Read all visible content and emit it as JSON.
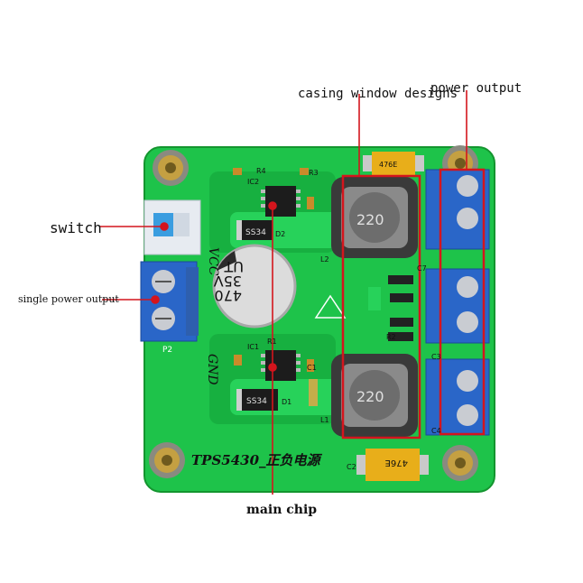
{
  "callouts": {
    "casing": "casing window designs",
    "power_output": "power output",
    "switch": "switch",
    "single_output": "single power output",
    "main_chip": "main chip"
  },
  "board": {
    "silk_label": "TPS5430_正负电源",
    "vcc": "VCC",
    "gnd": "GND",
    "p2": "P2",
    "inductor_top": "220",
    "inductor_bottom": "220",
    "cap_line1": "470",
    "cap_line2": "35V",
    "cap_line3": "UT",
    "diode_top": "SS34",
    "diode_bottom": "SS34",
    "ic_top": "IC2",
    "ic_bottom": "IC1",
    "r4": "R4",
    "r3": "R3",
    "r1": "R1",
    "r2": "R2",
    "d2": "D2",
    "d1": "D1",
    "l1": "L1",
    "l2": "L2",
    "c1": "C1",
    "c2": "C2",
    "c3": "C3",
    "c4": "C4",
    "c7": "C7",
    "tant_top": "476E",
    "tant_bottom": "476E"
  },
  "colors": {
    "pcb": "#1ec34a",
    "pcb_dark": "#13a03a",
    "accent_red": "#d4151d",
    "terminal_blue": "#2a66c8"
  }
}
